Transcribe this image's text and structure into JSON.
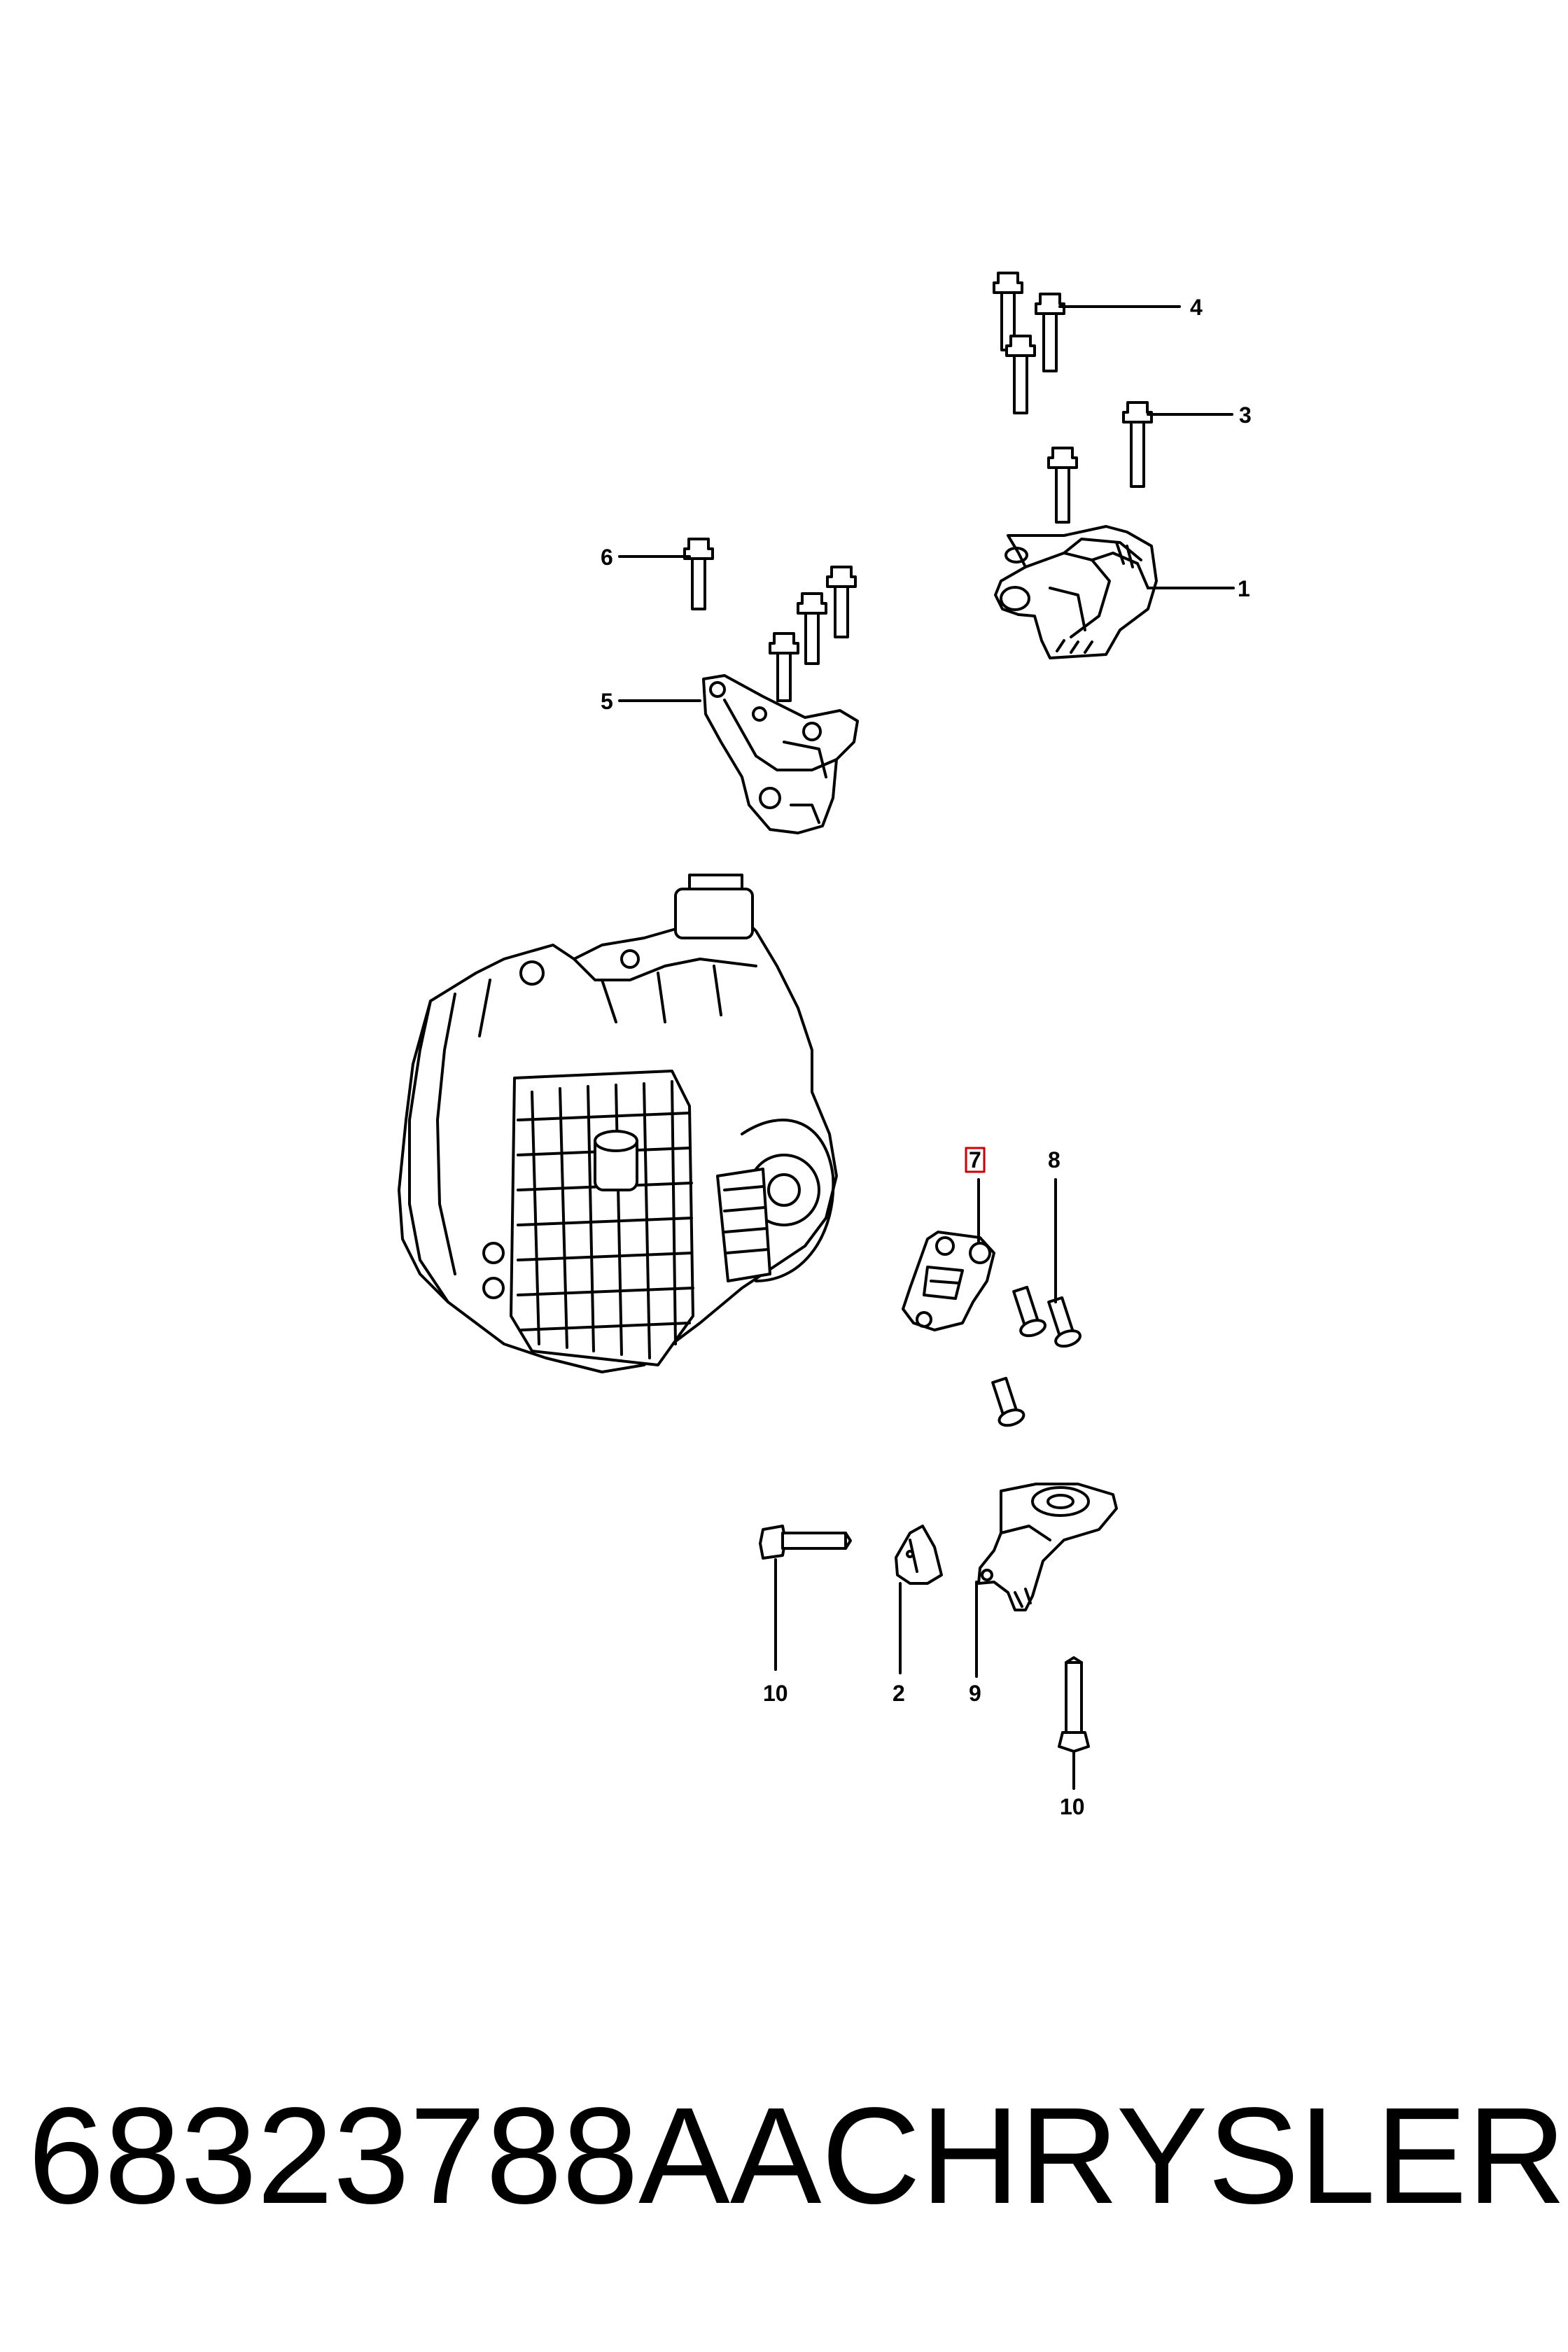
{
  "callouts": {
    "c1": "1",
    "c2": "2",
    "c3": "3",
    "c4": "4",
    "c5": "5",
    "c6": "6",
    "c7": "7",
    "c8": "8",
    "c9": "9",
    "c10a": "10",
    "c10b": "10"
  },
  "highlight_color": "#cc0000",
  "caption": {
    "part_number": "68323788AA",
    "brand": "CHRYSLER"
  }
}
